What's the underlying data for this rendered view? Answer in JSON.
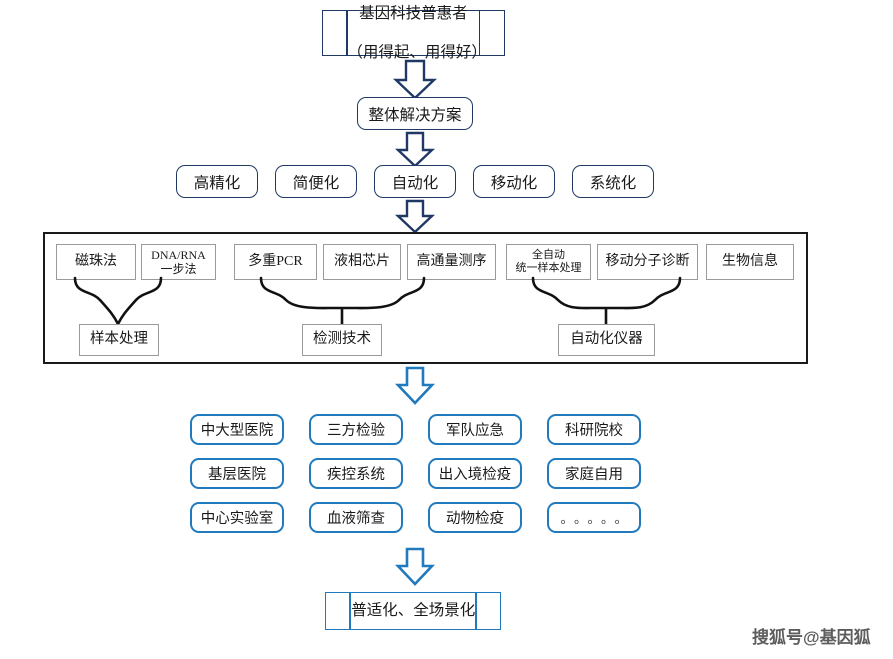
{
  "diagram": {
    "title_box": {
      "line1": "基因科技普惠者",
      "line2": "（用得起、用得好）"
    },
    "solution_box": {
      "label": "整体解决方案"
    },
    "features": [
      {
        "label": "高精化"
      },
      {
        "label": "简便化"
      },
      {
        "label": "自动化"
      },
      {
        "label": "移动化"
      },
      {
        "label": "系统化"
      }
    ],
    "tech_container": {
      "items": [
        {
          "label": "磁珠法"
        },
        {
          "label": "DNA/RNA\n一步法"
        },
        {
          "label": "多重PCR"
        },
        {
          "label": "液相芯片"
        },
        {
          "label": "高通量测序"
        },
        {
          "label": "全自动\n统一样本处理"
        },
        {
          "label": "移动分子诊断"
        },
        {
          "label": "生物信息"
        }
      ],
      "categories": [
        {
          "label": "样本处理"
        },
        {
          "label": "检测技术"
        },
        {
          "label": "自动化仪器"
        }
      ]
    },
    "applications": [
      {
        "label": "中大型医院"
      },
      {
        "label": "三方检验"
      },
      {
        "label": "军队应急"
      },
      {
        "label": "科研院校"
      },
      {
        "label": "基层医院"
      },
      {
        "label": "疾控系统"
      },
      {
        "label": "出入境检疫"
      },
      {
        "label": "家庭自用"
      },
      {
        "label": "中心实验室"
      },
      {
        "label": "血液筛查"
      },
      {
        "label": "动物检疫"
      },
      {
        "label": "。。。。。"
      }
    ],
    "footer_box": {
      "label": "普适化、全场景化"
    },
    "watermark": {
      "text": "搜狐号@基因狐"
    },
    "colors": {
      "navy": "#1F3864",
      "blue": "#2179BE",
      "box_gray": "#9a9a9a",
      "container_border": "#1a1a1a",
      "background": "#ffffff"
    },
    "arrows": [
      {
        "name": "arrow-title-to-solution",
        "color": "#1F3864"
      },
      {
        "name": "arrow-solution-to-features",
        "color": "#1F3864"
      },
      {
        "name": "arrow-features-to-tech",
        "color": "#1F3864"
      },
      {
        "name": "arrow-tech-to-applications",
        "color": "#2179BE"
      },
      {
        "name": "arrow-applications-to-footer",
        "color": "#2179BE"
      }
    ]
  }
}
